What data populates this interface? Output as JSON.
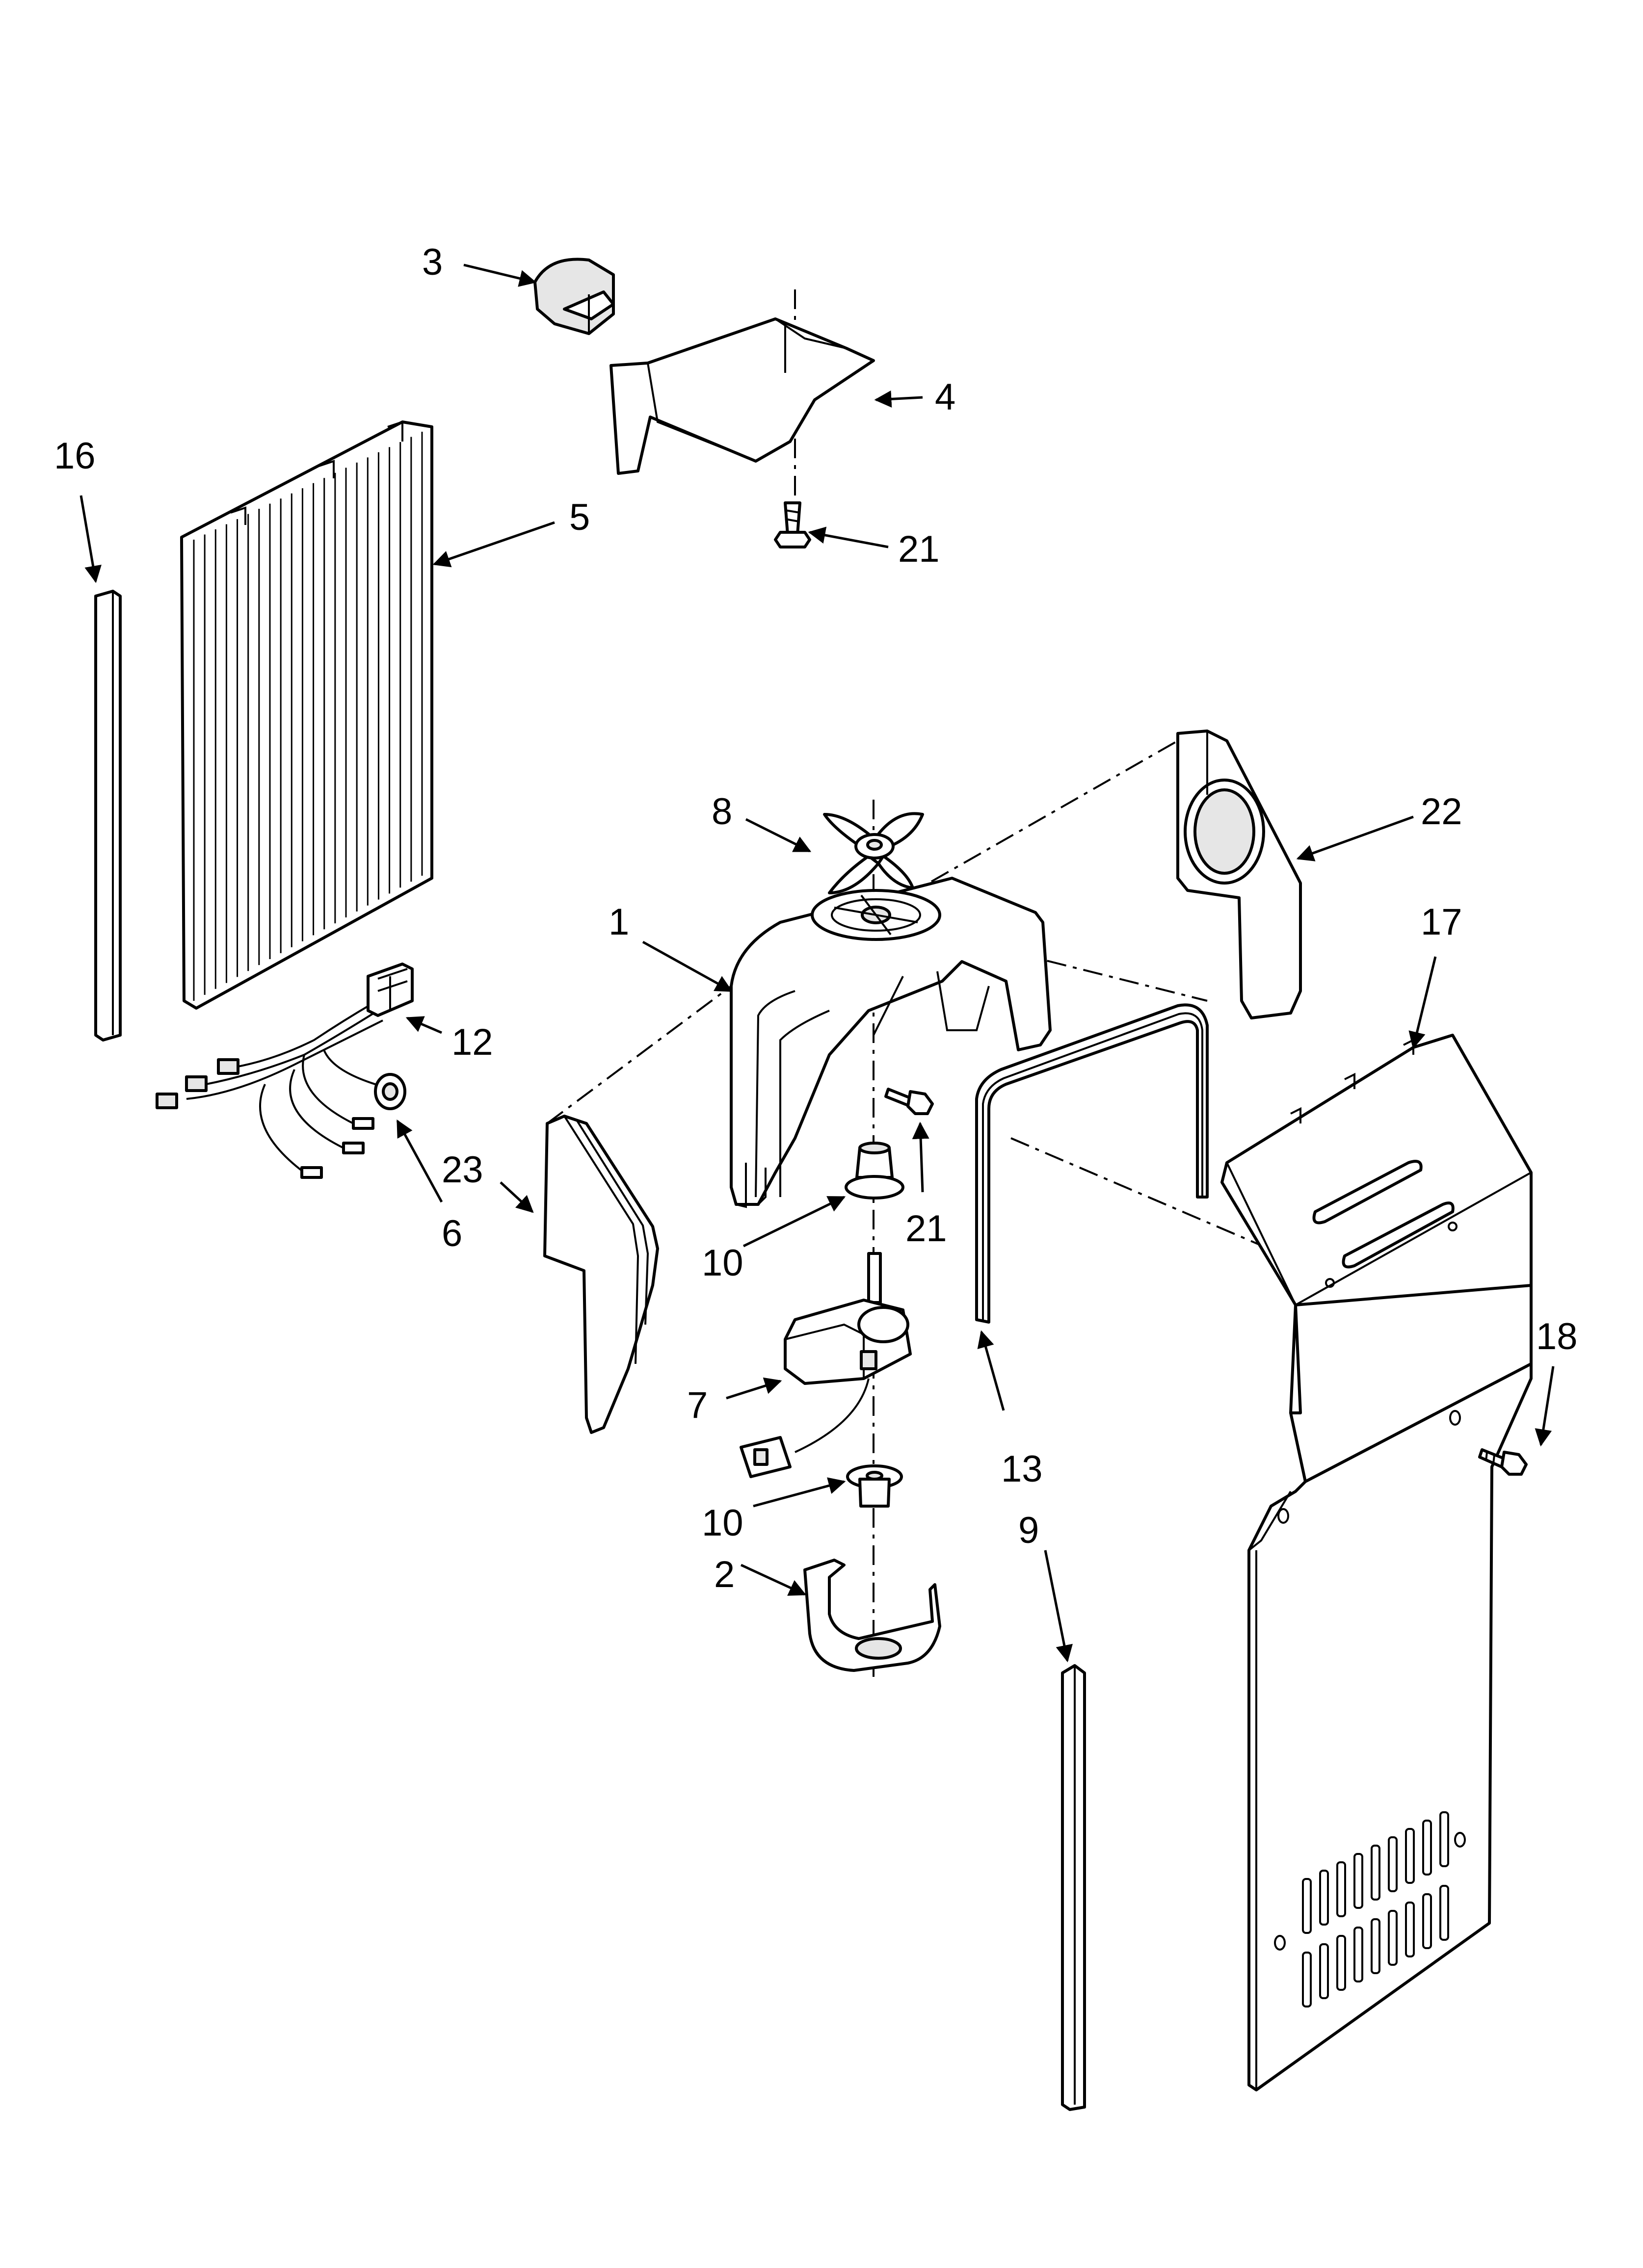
{
  "callouts": {
    "c1": "1",
    "c2": "2",
    "c3": "3",
    "c4": "4",
    "c5": "5",
    "c6": "6",
    "c7": "7",
    "c8": "8",
    "c9": "9",
    "c10a": "10",
    "c10b": "10",
    "c12": "12",
    "c13": "13",
    "c16": "16",
    "c17": "17",
    "c18": "18",
    "c21a": "21",
    "c21b": "21",
    "c22": "22",
    "c23": "23"
  }
}
